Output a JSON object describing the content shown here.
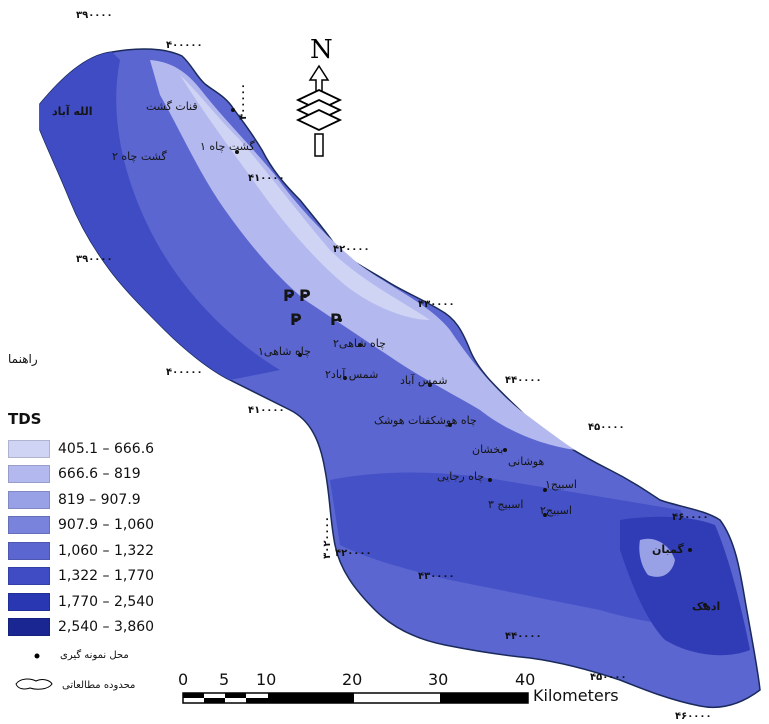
{
  "colors": {
    "class_1": "#cfd3f4",
    "class_2": "#b3b9ee",
    "class_3": "#98a0e6",
    "class_4": "#7a83db",
    "class_5": "#5b66d0",
    "class_6": "#3f4cc3",
    "class_7": "#2937b3",
    "class_8": "#1a2793"
  },
  "legend": {
    "title": "راهنما",
    "variable": "TDS",
    "classes": [
      {
        "range": "405.1 – 666.6",
        "color": "#cfd3f4"
      },
      {
        "range": "666.6 – 819",
        "color": "#b3b9ee"
      },
      {
        "range": "819 – 907.9",
        "color": "#98a0e6"
      },
      {
        "range": "907.9 – 1,060",
        "color": "#7a83db"
      },
      {
        "range": "1,060 – 1,322",
        "color": "#5b66d0"
      },
      {
        "range": "1,322 – 1,770",
        "color": "#3f4cc3"
      },
      {
        "range": "1,770 – 2,540",
        "color": "#2937b3"
      },
      {
        "range": "2,540 – 3,860",
        "color": "#1a2793"
      }
    ],
    "sampling_point": "محل نمونه گیری",
    "study_area": "محدوده مطالعاتی"
  },
  "north": {
    "label": "N",
    "icon": "north-arrow-icon"
  },
  "scale_bar": {
    "ticks": [
      "0",
      "5",
      "10",
      "20",
      "30",
      "40"
    ],
    "unit": "Kilometers"
  },
  "coordinates": {
    "y_top": "۳۹۰۰۰۰",
    "x_top": "۴۰۰۰۰۰",
    "x_top2": "۴۰۰۰۰۰",
    "y_mid": "۳۹۰۰۰۰",
    "x_410_a": "۴۱۰۰۰۰",
    "x_420_a": "۴۲۰۰۰۰",
    "x_430_a": "۴۳۰۰۰۰",
    "x_440_a": "۴۴۰۰۰۰",
    "x_450_a": "۴۵۰۰۰۰",
    "x_400_b": "۴۰۰۰۰۰",
    "x_410_b": "۴۱۰۰۰۰",
    "x_420_b": "۴۲۰۰۰۰",
    "x_430_b": "۴۳۰۰۰۰",
    "x_440_b": "۴۴۰۰۰۰",
    "x_450_b": "۴۵۰۰۰۰",
    "x_460_a": "۴۶۰۰۰۰",
    "x_460_b": "۴۶۰۰۰۰",
    "y_302": "۳۰۲۰۰۰۰"
  },
  "places": {
    "allahabad": "الله آباد",
    "qanat_gasht": "قنات گشت",
    "gasht1": "گشت چاه ۱",
    "gasht2": "گشت چاه ۲",
    "p_labels": [
      "P",
      "P",
      "P",
      "P"
    ],
    "chah_shahi2": "۲چاه شاهی",
    "chah_shahi1": "۱چاه شاهی",
    "shams_abad2": "۲شمس آباد",
    "shams_abad": "شمس آباد",
    "hooshk": "چاه هوشکقنات هوشک",
    "hooshang": "هوشانی",
    "bakhshan": "بخشان",
    "rajaei": "چاه رجایی",
    "esbij1": "۱اسبیج",
    "esbij2": "۲اسبیج",
    "esbij3": "اسبیج ۳",
    "gomban": "گمبان",
    "adhak": "ادهک"
  }
}
